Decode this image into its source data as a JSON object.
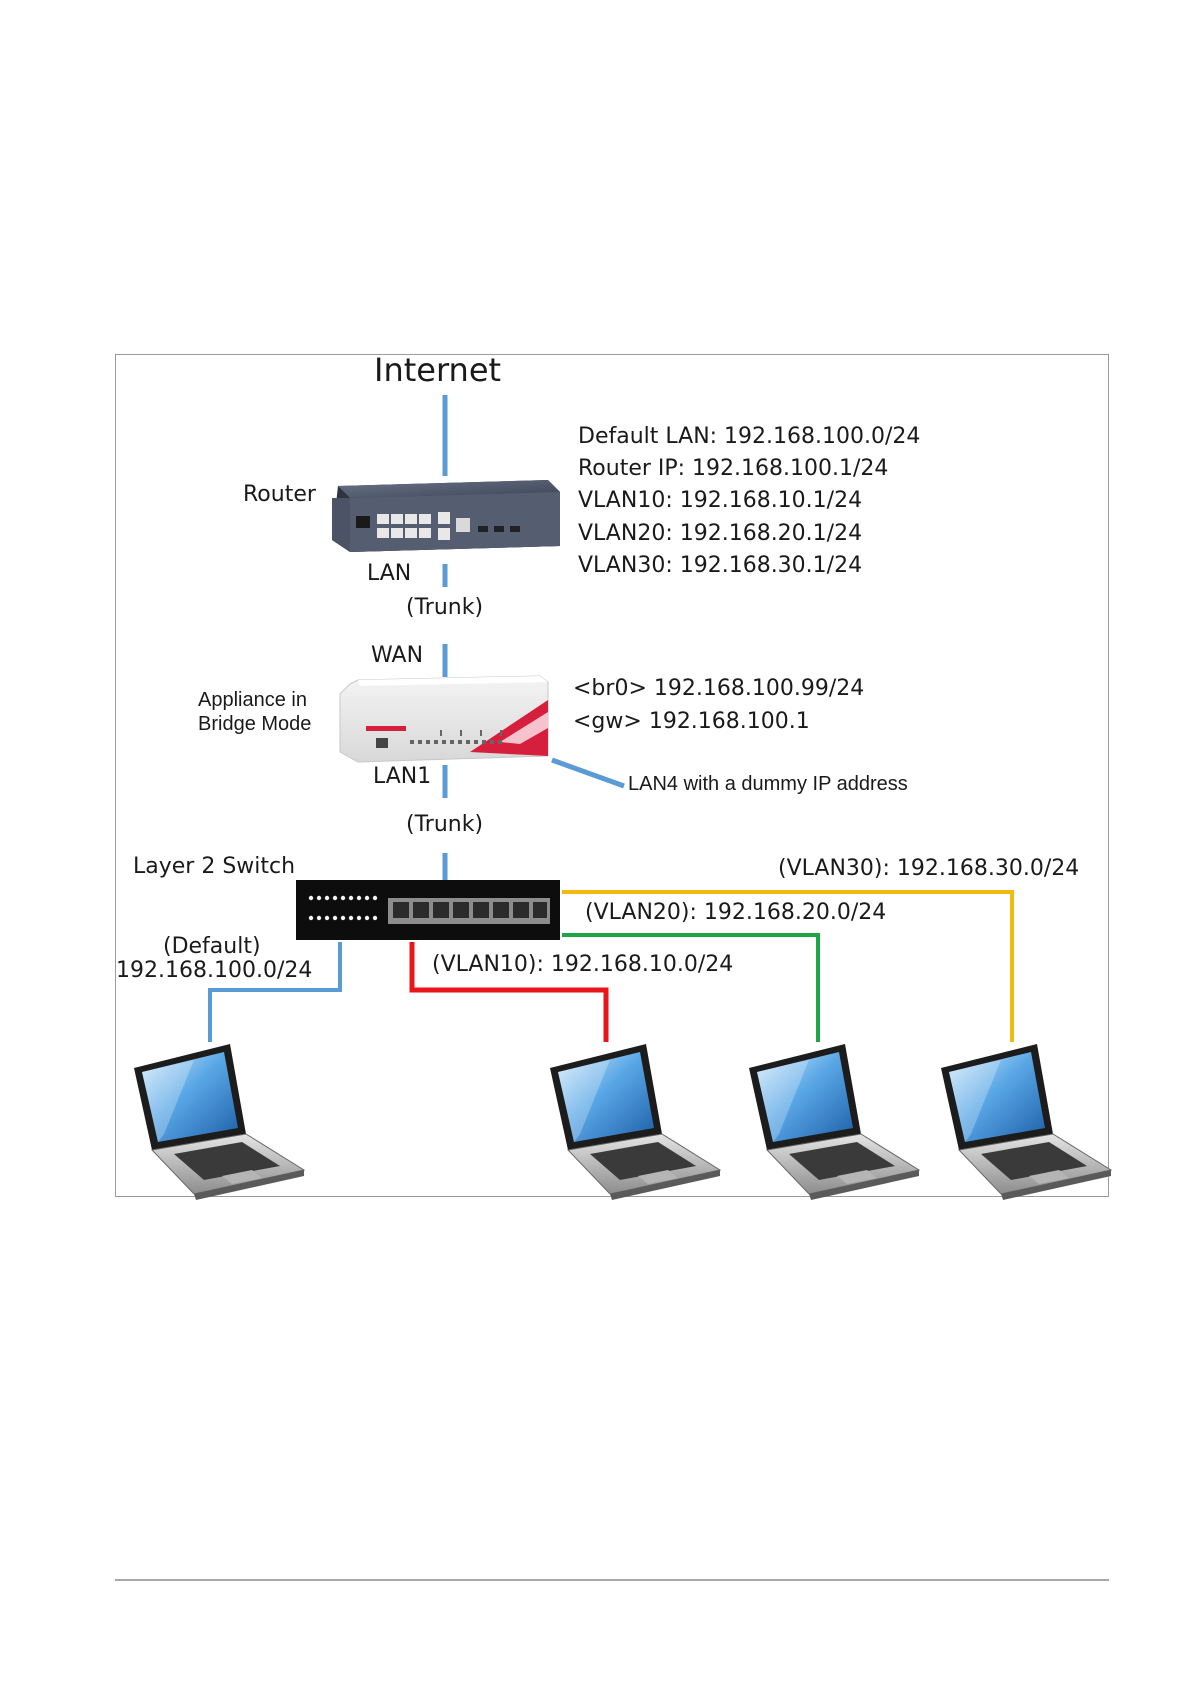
{
  "colors": {
    "trunk": "#5b9bd5",
    "default_link": "#5b9bd5",
    "vlan10": "#e8161b",
    "vlan20": "#1fa448",
    "vlan30": "#f2b90f",
    "frame_border": "#9a9a9a"
  },
  "diagram": {
    "internet_label": "Internet",
    "router": {
      "label": "Router",
      "lan_label": "LAN",
      "icon": "router-device-icon",
      "config": [
        "Default LAN: 192.168.100.0/24",
        "Router IP: 192.168.100.1/24",
        "VLAN10: 192.168.10.1/24",
        "VLAN20: 192.168.20.1/24",
        "VLAN30: 192.168.30.1/24"
      ]
    },
    "trunk_label_upper": "(Trunk)",
    "trunk_label_lower": "(Trunk)",
    "appliance": {
      "label_line1": "Appliance in",
      "label_line2": "Bridge Mode",
      "wan_label": "WAN",
      "lan1_label": "LAN1",
      "lan4_note": "LAN4 with a dummy IP address",
      "icon": "firewall-appliance-icon",
      "br0": "<br0> 192.168.100.99/24",
      "gw": "<gw> 192.168.100.1"
    },
    "switch": {
      "label": "Layer 2 Switch",
      "icon": "layer2-switch-icon"
    },
    "links": {
      "default_line1": "(Default)",
      "default_line2": "192.168.100.0/24",
      "vlan10": "(VLAN10): 192.168.10.0/24",
      "vlan20": "(VLAN20): 192.168.20.0/24",
      "vlan30": "(VLAN30): 192.168.30.0/24"
    },
    "laptops": [
      {
        "icon": "laptop-icon",
        "network": "default"
      },
      {
        "icon": "laptop-icon",
        "network": "vlan10"
      },
      {
        "icon": "laptop-icon",
        "network": "vlan20"
      },
      {
        "icon": "laptop-icon",
        "network": "vlan30"
      }
    ]
  }
}
